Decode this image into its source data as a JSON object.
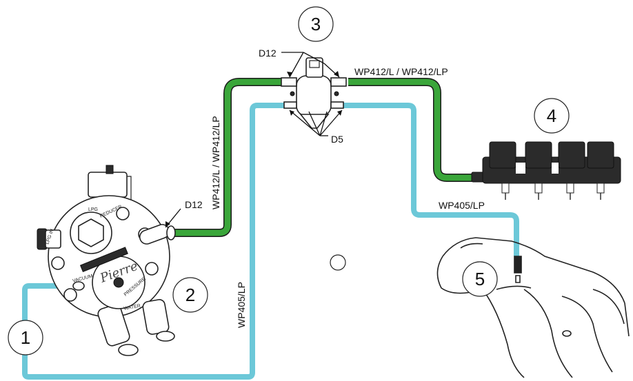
{
  "colors": {
    "lpg_hose": "#3aa63a",
    "vacuum_hose": "#6cc8d8",
    "outline": "#222222"
  },
  "callouts": {
    "n1": "1",
    "n2": "2",
    "n3": "3",
    "n4": "4",
    "n5": "5"
  },
  "labels": {
    "d12_filter": "D12",
    "d12_reducer": "D12",
    "d5": "D5",
    "hose_lpg_top": "WP412/L / WP412/LP",
    "hose_lpg_vertical": "WP412/L / WP412/LP",
    "hose_vacuum_right": "WP405/LP",
    "hose_vacuum_vertical": "WP405/LP"
  },
  "reducer": {
    "brand": "Pierre",
    "port_lpg_in": "LPG IN",
    "port_vacuum": "VACUUM",
    "plate_lpg": "LPG",
    "plate_reducer": "REDUCER",
    "plate_pressure": "PRESSURE",
    "plate_water": "WATER"
  }
}
